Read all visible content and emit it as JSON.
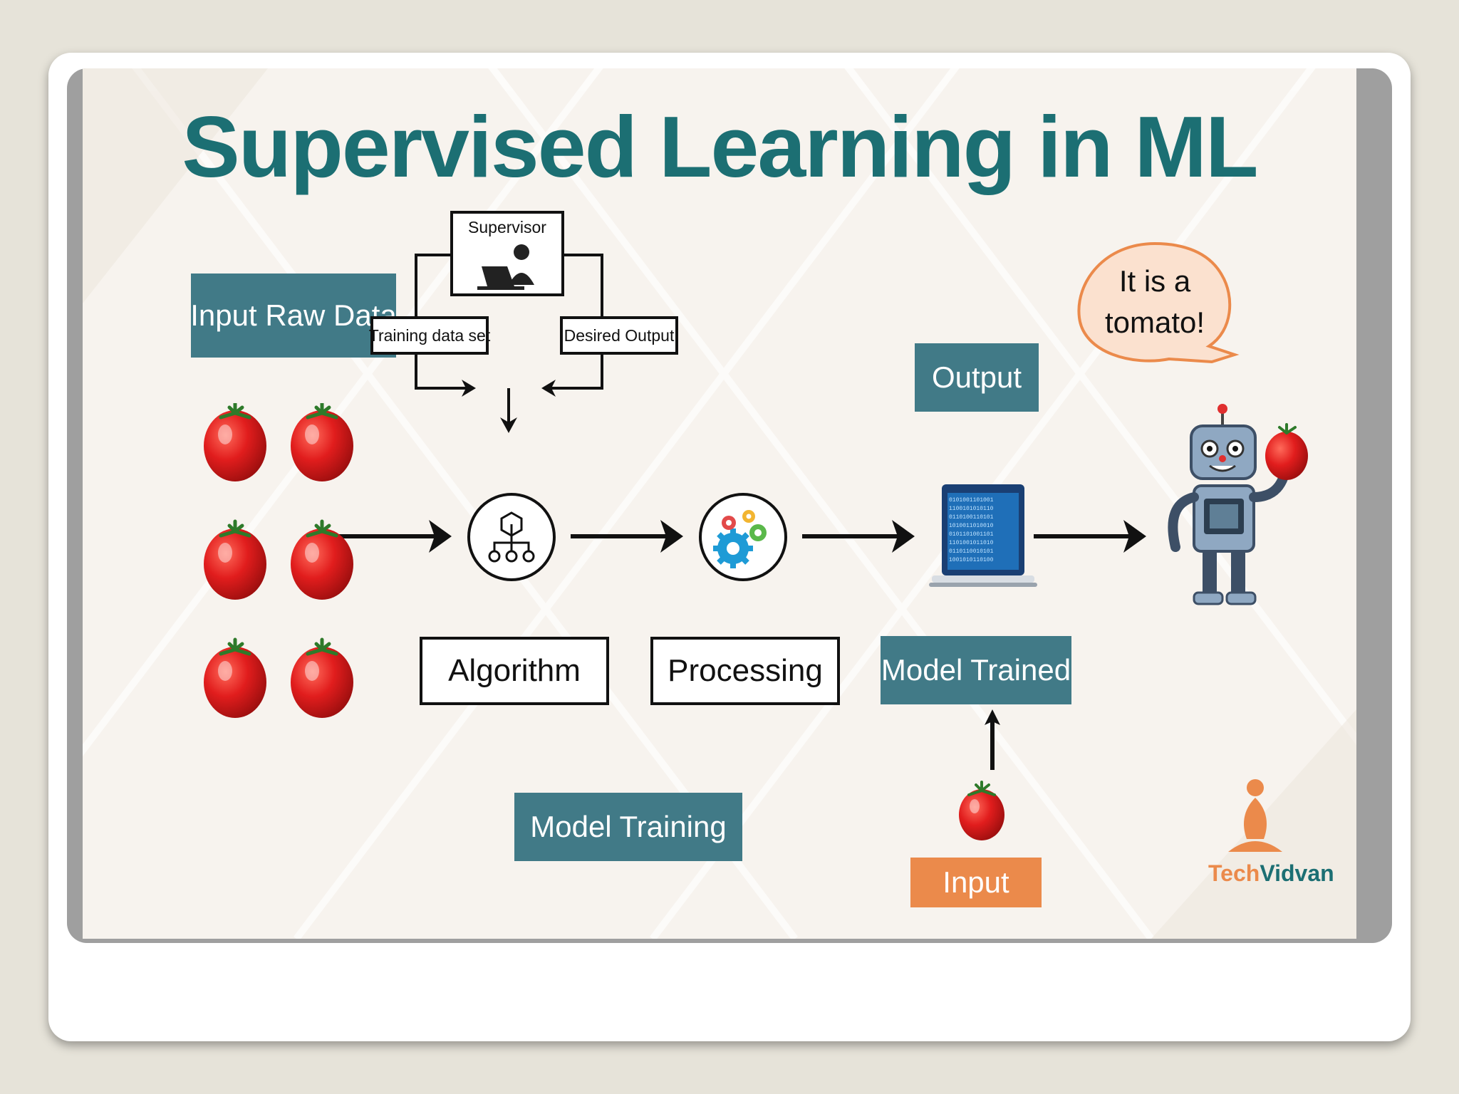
{
  "slide": {
    "title": "Supervised Learning in ML",
    "labels": {
      "input_raw_data": "Input Raw Data",
      "supervisor": "Supervisor",
      "training_data_set": "Training data set",
      "desired_output": "Desired Output",
      "algorithm": "Algorithm",
      "processing": "Processing",
      "model_trained": "Model Trained",
      "output": "Output",
      "model_training": "Model Training",
      "input": "Input"
    },
    "speech_bubble": {
      "line1": "It is a",
      "line2": "tomato!"
    },
    "brand": {
      "part1": "Tech",
      "part2": "Vidvan"
    }
  },
  "colors": {
    "title": "#1c6f73",
    "teal_box": "#417a87",
    "orange_box": "#eb8a4b",
    "tomato": "#d81f1f",
    "bubble": "#fbe1cf"
  },
  "icons": [
    "tomato-icon",
    "supervisor-icon",
    "algorithm-hierarchy-icon",
    "gears-icon",
    "laptop-binary-icon",
    "robot-icon",
    "speech-bubble-icon",
    "techvidvan-logo-icon"
  ]
}
